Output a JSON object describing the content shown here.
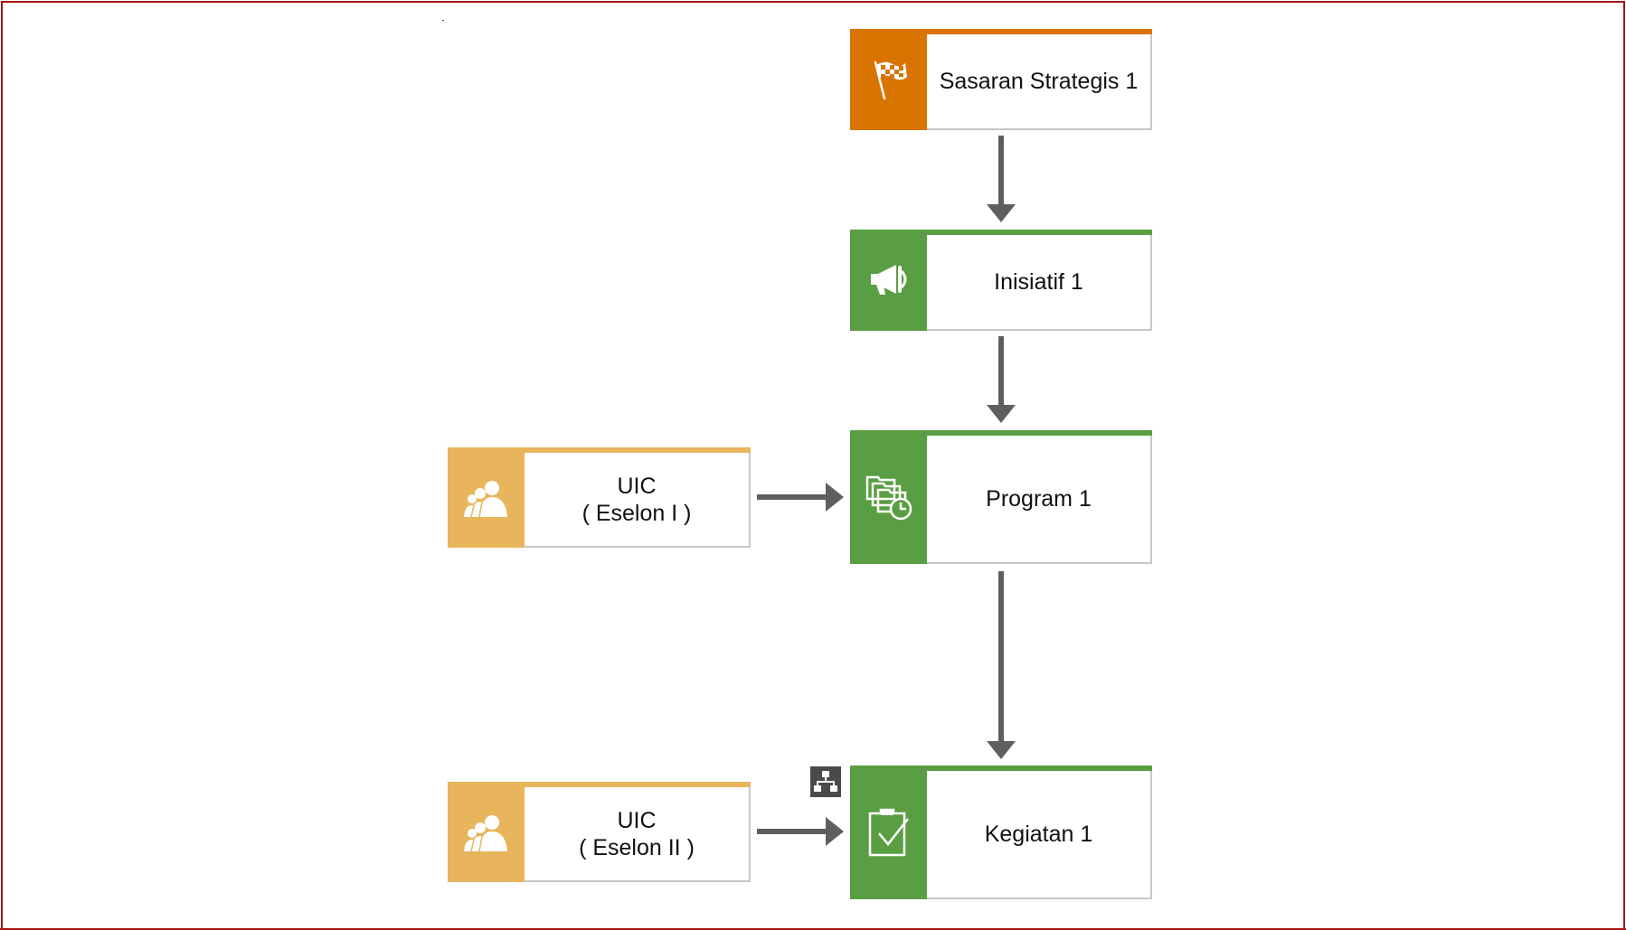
{
  "colors": {
    "frame": "#a31515",
    "orange": "#d97400",
    "green": "#5a9e43",
    "gold": "#e8b55c",
    "arrow": "#5f5f5f"
  },
  "nodes": {
    "sasaran": {
      "label": "Sasaran Strategis 1",
      "icon": "checkered-flag-icon"
    },
    "inisiatif": {
      "label": "Inisiatif 1",
      "icon": "megaphone-icon"
    },
    "program": {
      "label": "Program 1",
      "icon": "folders-clock-icon"
    },
    "kegiatan": {
      "label": "Kegiatan 1",
      "icon": "clipboard-check-icon"
    },
    "uic1": {
      "line1": "UIC",
      "line2": "( Eselon I )",
      "icon": "people-icon"
    },
    "uic2": {
      "line1": "UIC",
      "line2": "( Eselon II )",
      "icon": "people-icon"
    }
  },
  "hierarchy_badge": {
    "icon": "org-chart-icon"
  }
}
